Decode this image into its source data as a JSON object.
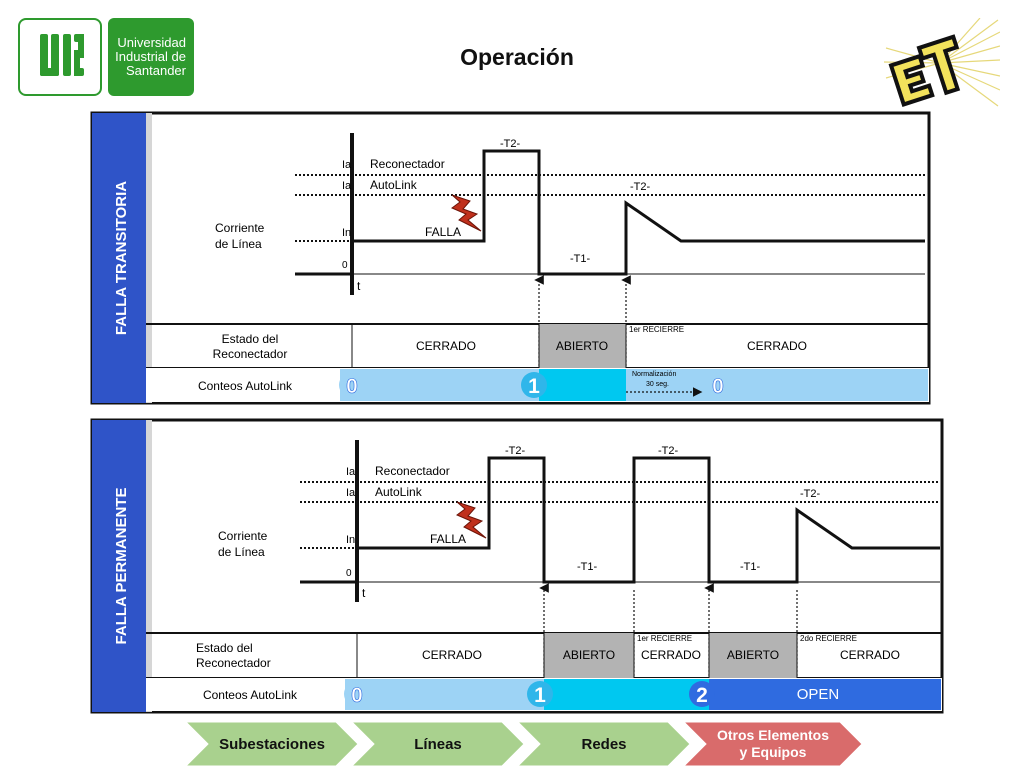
{
  "header": {
    "title": "Operación",
    "university_logo": {
      "initials": "UIS",
      "name_lines": [
        "Universidad",
        "Industrial de",
        "Santander"
      ]
    },
    "et_logo": "ET"
  },
  "panels": [
    {
      "side_label": "FALLA TRANSITORIA",
      "ia_reconectador": "Ia",
      "reconectador_label": "Reconectador",
      "ia_autolink": "Ia",
      "autolink_label": "AutoLink",
      "in_label": "In",
      "zero_label": "0",
      "t_label": "t",
      "corriente_label": [
        "Corriente",
        "de Línea"
      ],
      "falla_label": "FALLA",
      "pulse_labels": [
        "-T2-",
        "-T1-",
        "-T2-"
      ],
      "estado_label": [
        "Estado del",
        "Reconectador"
      ],
      "conteos_label": "Conteos AutoLink",
      "states": [
        "CERRADO",
        "ABIERTO",
        "CERRADO"
      ],
      "reclose_label": "1er RECIERRE",
      "normalizacion_label": [
        "Normalización",
        "30 seg."
      ],
      "counts": [
        "0",
        "1",
        "0"
      ]
    },
    {
      "side_label": "FALLA PERMANENTE",
      "ia_reconectador": "Ia",
      "reconectador_label": "Reconectador",
      "ia_autolink": "Ia",
      "autolink_label": "AutoLink",
      "in_label": "In",
      "zero_label": "0",
      "t_label": "t",
      "corriente_label": [
        "Corriente",
        "de Línea"
      ],
      "falla_label": "FALLA",
      "pulse_labels": [
        "-T2-",
        "-T2-",
        "-T1-",
        "-T1-",
        "-T2-"
      ],
      "estado_label": [
        "Estado del",
        "Reconectador"
      ],
      "conteos_label": "Conteos AutoLink",
      "states": [
        "CERRADO",
        "ABIERTO",
        "CERRADO",
        "ABIERTO",
        "CERRADO"
      ],
      "reclose_labels": [
        "1er RECIERRE",
        "2do RECIERRE"
      ],
      "counts": [
        "0",
        "1",
        "2"
      ],
      "open_label": "OPEN"
    }
  ],
  "nav": {
    "items": [
      "Subestaciones",
      "Líneas",
      "Redes",
      "Otros Elementos y Equipos"
    ],
    "colors": [
      "#a9d18e",
      "#a9d18e",
      "#a9d18e",
      "#d96b6b"
    ]
  },
  "colors": {
    "side_bar": "#2f54c8",
    "conteos_light": "#9dd3f5",
    "conteos_mid": "#00c8f0",
    "open_blue": "#2f6be0",
    "gray_state": "#b3b3b3",
    "accent_green": "#2e9a2e"
  }
}
